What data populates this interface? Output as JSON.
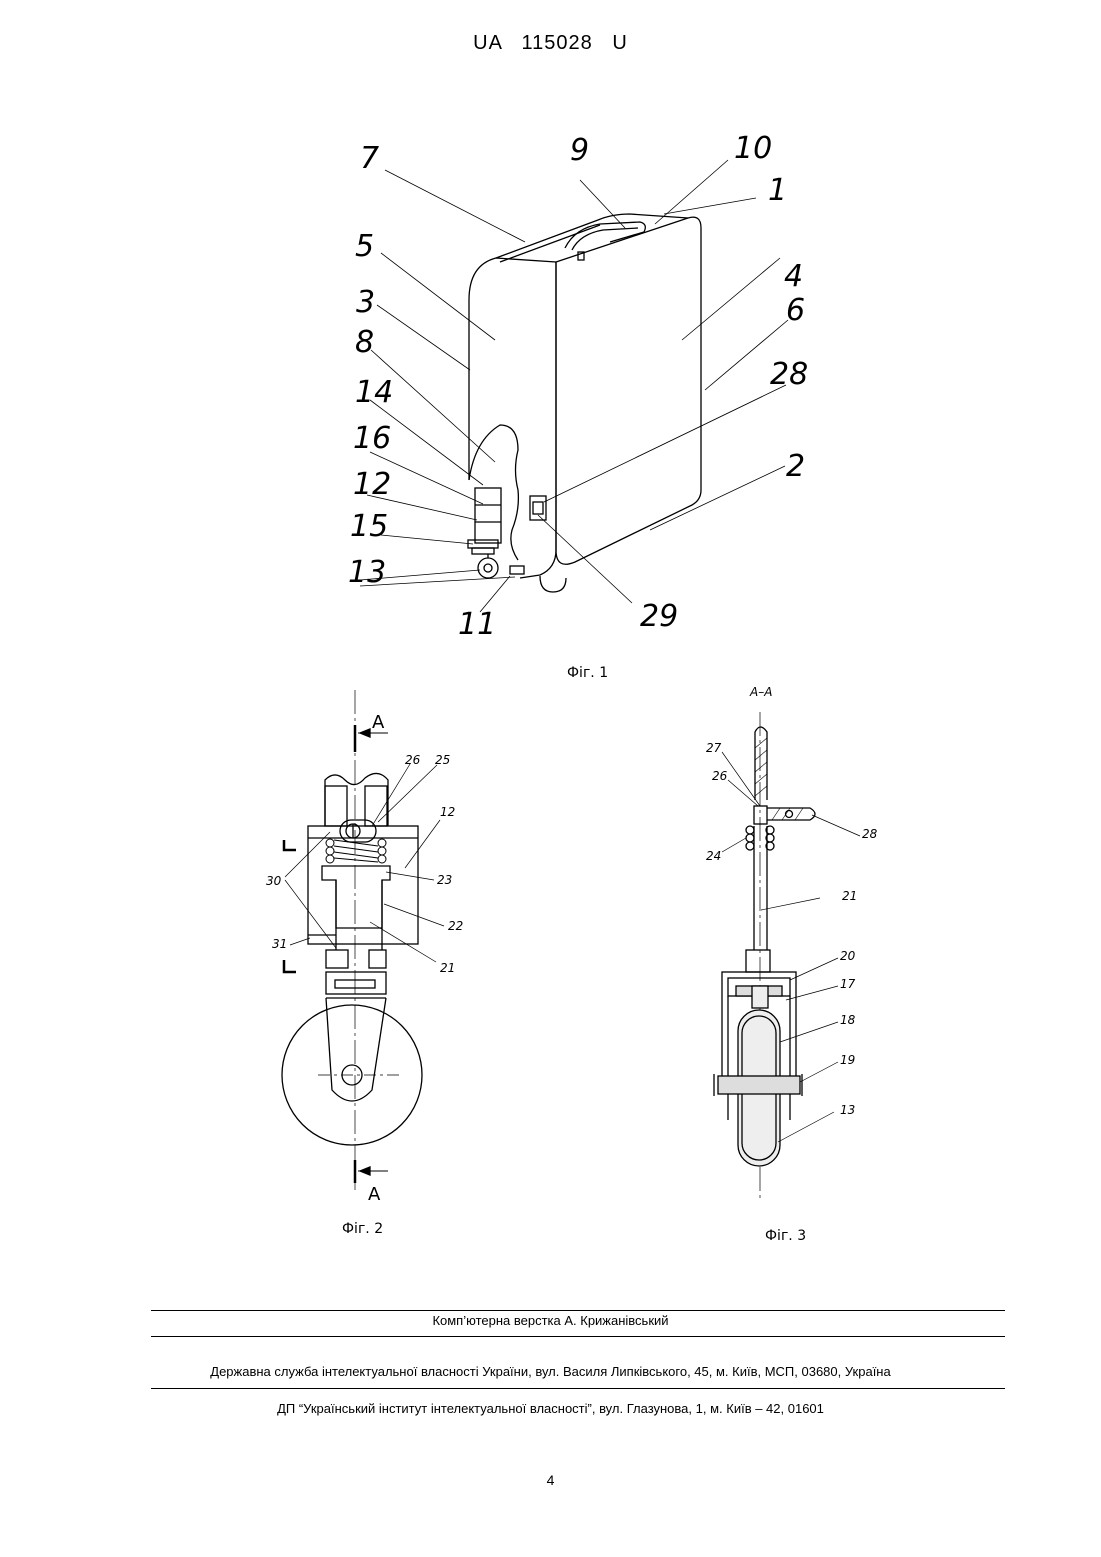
{
  "header": {
    "code": "UA   115028   U"
  },
  "fig1": {
    "caption": "Фіг. 1",
    "labels": [
      "7",
      "9",
      "10",
      "1",
      "5",
      "4",
      "3",
      "6",
      "8",
      "28",
      "14",
      "16",
      "2",
      "12",
      "15",
      "13",
      "11",
      "29"
    ]
  },
  "fig2": {
    "caption": "Фіг. 2",
    "section_top": "A",
    "section_bottom": "A",
    "labels": [
      "26",
      "25",
      "12",
      "30",
      "23",
      "22",
      "31",
      "21"
    ]
  },
  "fig3": {
    "caption": "Фіг. 3",
    "section_title": "A–A",
    "labels": [
      "27",
      "26",
      "28",
      "24",
      "21",
      "20",
      "17",
      "18",
      "19",
      "13"
    ]
  },
  "footer": {
    "layout": "Комп’ютерна верстка А. Крижанівський",
    "office": "Державна служба інтелектуальної власності України, вул. Василя Липківського, 45, м. Київ, МСП, 03680, Україна",
    "institute": "ДП “Український інститут інтелектуальної власності”, вул. Глазунова, 1, м. Київ – 42, 01601"
  },
  "page_number": "4"
}
